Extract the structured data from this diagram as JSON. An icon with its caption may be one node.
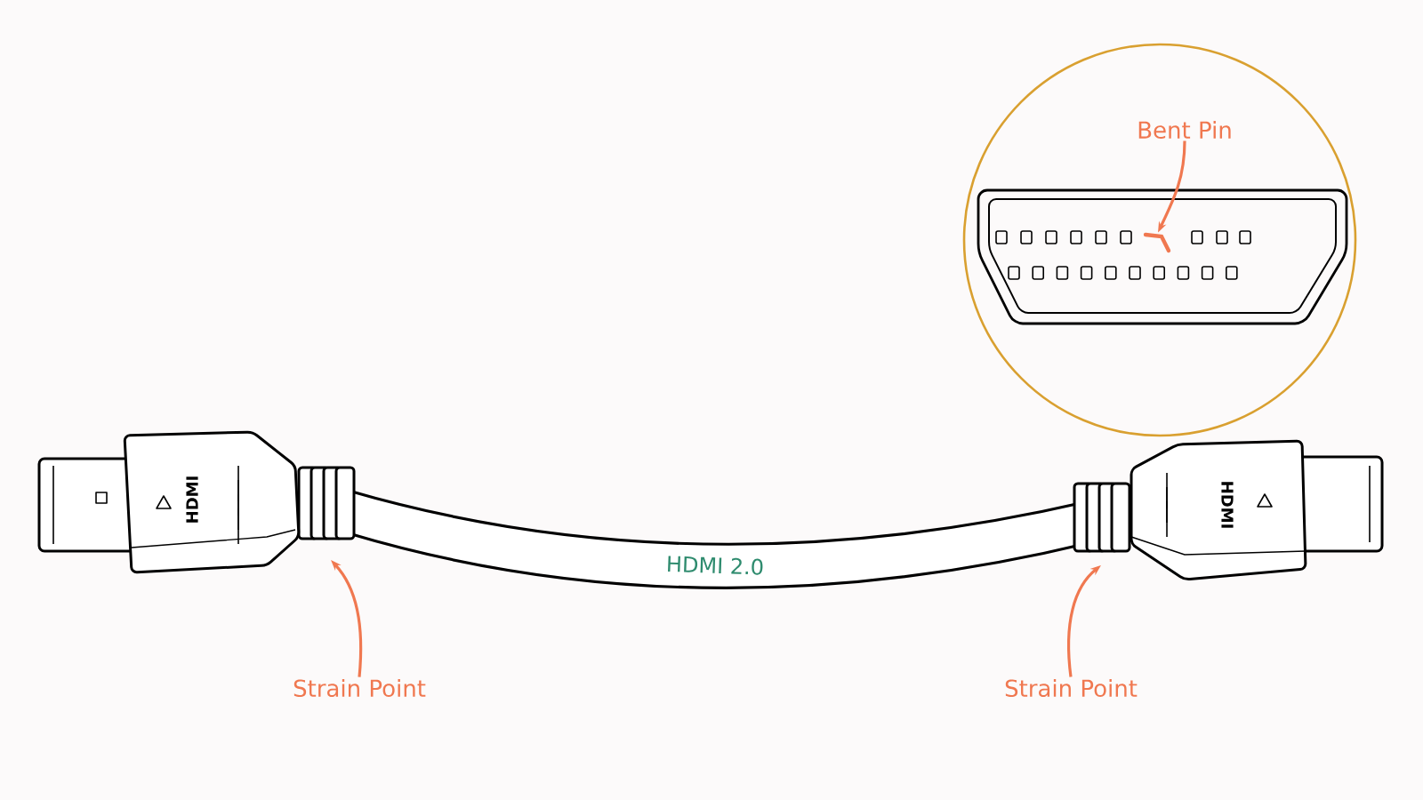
{
  "diagram": {
    "nodes": [
      {
        "text": [],
        "shape": "circle"
      },
      {
        "text": [
          "Bent Pin"
        ],
        "in": 0
      },
      {
        "text": [
          "Strain Point"
        ]
      },
      {
        "text": [
          "Strain Point"
        ]
      },
      {
        "text": [],
        "shape": "picture",
        "in": 0
      }
    ],
    "edges": [
      {
        "from": 1,
        "to": 4,
        "arrow": "to"
      },
      {
        "from": 2,
        "to": null,
        "arrow": "to"
      },
      {
        "from": 3,
        "to": null,
        "arrow": "to"
      }
    ],
    "labels": [
      "HDMI",
      "HDMI 2.0",
      "HDMI"
    ]
  }
}
